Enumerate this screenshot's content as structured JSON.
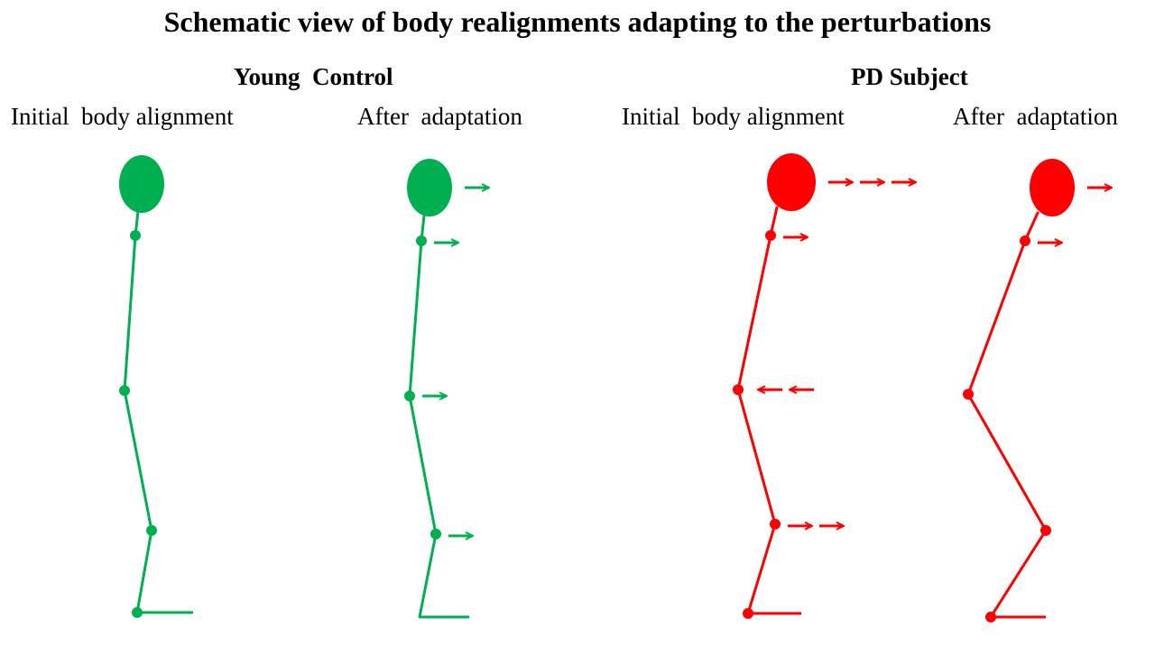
{
  "title": "Schematic view of body realignments adapting to the perturbations",
  "groups": {
    "young": {
      "label": "Young  Control",
      "initial_label": "Initial  body alignment",
      "after_label": "After  adaptation"
    },
    "pd": {
      "label": "PD Subject",
      "initial_label": "Initial  body alignment",
      "after_label": "After  adaptation"
    }
  },
  "colors": {
    "young": "#00b050",
    "pd": "#ff0000"
  },
  "figures": [
    {
      "id": "young-initial",
      "color": "young",
      "arrows": {
        "head": 0,
        "shoulder": 0,
        "knee": 0,
        "ankle": 0
      }
    },
    {
      "id": "young-after",
      "color": "young",
      "arrows": {
        "head": 1,
        "shoulder": 1,
        "knee": 1,
        "ankle": 1
      }
    },
    {
      "id": "pd-initial",
      "color": "pd",
      "arrows": {
        "head": 3,
        "shoulder": 1,
        "knee": -2,
        "ankle": 2
      }
    },
    {
      "id": "pd-after",
      "color": "pd",
      "arrows": {
        "head": 1,
        "shoulder": 1,
        "knee": 0,
        "ankle": 0
      }
    }
  ]
}
